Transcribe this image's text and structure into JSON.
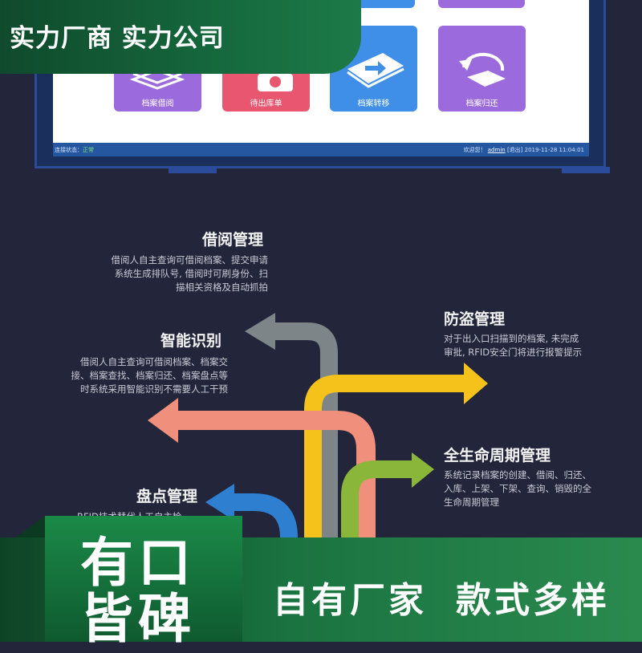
{
  "top_banner": {
    "text": "实力厂商 实力公司"
  },
  "app": {
    "tiles": [
      {
        "label": "档案借阅",
        "color": "#9b6bdd"
      },
      {
        "label": "待出库单",
        "color": "#e8566f"
      },
      {
        "label": "档案转移",
        "color": "#3f8ee8"
      },
      {
        "label": "档案归还",
        "color": "#9b6bdd"
      }
    ],
    "status_left_label": "连接状态：",
    "status_left_value": "正常",
    "status_right_prefix": "欢迎您！",
    "status_user": "admin",
    "status_logout": "[退出]",
    "status_time": "2019-11-28 11:04:01"
  },
  "features": [
    {
      "title": "借阅管理",
      "lines": [
        "借阅人自主查询可借阅档案、提交申请",
        "系统生成排队号, 借阅时可刷身份、扫",
        "描相关资格及自动抓拍"
      ]
    },
    {
      "title": "智能识别",
      "lines": [
        "借阅人自主查询可借阅档案、档案交",
        "接、档案查找、档案归还、档案盘点等",
        "时系统采用智能识别不需要人工干预"
      ]
    },
    {
      "title": "防盗管理",
      "lines": [
        "对于出入口扫描到的档案, 未完成",
        "审批, RFID安全门将进行报警提示"
      ]
    },
    {
      "title": "全生命周期管理",
      "lines": [
        "系统记录档案的创建、借阅、归还、",
        "入库、上架、下架、查询、销毁的全",
        "生命周期管理"
      ]
    },
    {
      "title": "盘点管理",
      "lines": [
        "RFID技术替代人工自主检..."
      ]
    }
  ],
  "arrow_colors": {
    "gray": "#7d8589",
    "yellow": "#f5c21b",
    "salmon": "#ef8f7c",
    "green": "#8ab73a",
    "blue": "#2f7fd0"
  },
  "bottom": {
    "badge_line1": "有口",
    "badge_line2": "皆碑",
    "slogan1": "自有厂家",
    "slogan2": "款式多样"
  }
}
